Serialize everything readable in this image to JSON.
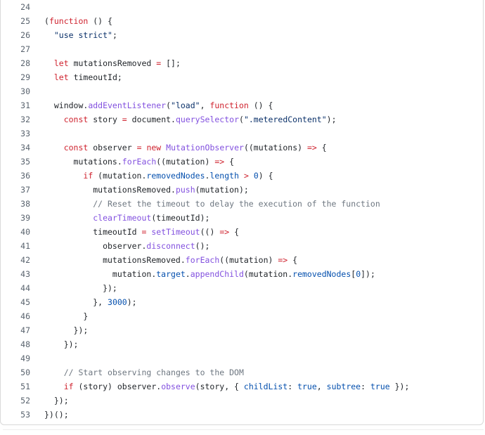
{
  "colors": {
    "keyword": "#cf222e",
    "function": "#8250df",
    "property": "#0550ae",
    "string": "#0a3069",
    "comment": "#6e7781",
    "text": "#1f2328",
    "line_number": "#59636e"
  },
  "code": {
    "lines": [
      {
        "n": "24",
        "tokens": []
      },
      {
        "n": "25",
        "tokens": [
          {
            "t": "(",
            "c": "df"
          },
          {
            "t": "function",
            "c": "kw"
          },
          {
            "t": " () {",
            "c": "df"
          }
        ]
      },
      {
        "n": "26",
        "tokens": [
          {
            "t": "  ",
            "c": "df"
          },
          {
            "t": "\"use strict\"",
            "c": "st"
          },
          {
            "t": ";",
            "c": "df"
          }
        ]
      },
      {
        "n": "27",
        "tokens": []
      },
      {
        "n": "28",
        "tokens": [
          {
            "t": "  ",
            "c": "df"
          },
          {
            "t": "let",
            "c": "kw"
          },
          {
            "t": " mutationsRemoved ",
            "c": "df"
          },
          {
            "t": "=",
            "c": "kw"
          },
          {
            "t": " [];",
            "c": "df"
          }
        ]
      },
      {
        "n": "29",
        "tokens": [
          {
            "t": "  ",
            "c": "df"
          },
          {
            "t": "let",
            "c": "kw"
          },
          {
            "t": " timeoutId;",
            "c": "df"
          }
        ]
      },
      {
        "n": "30",
        "tokens": []
      },
      {
        "n": "31",
        "tokens": [
          {
            "t": "  window.",
            "c": "df"
          },
          {
            "t": "addEventListener",
            "c": "fn"
          },
          {
            "t": "(",
            "c": "df"
          },
          {
            "t": "\"load\"",
            "c": "st"
          },
          {
            "t": ", ",
            "c": "df"
          },
          {
            "t": "function",
            "c": "kw"
          },
          {
            "t": " () {",
            "c": "df"
          }
        ]
      },
      {
        "n": "32",
        "tokens": [
          {
            "t": "    ",
            "c": "df"
          },
          {
            "t": "const",
            "c": "kw"
          },
          {
            "t": " story ",
            "c": "df"
          },
          {
            "t": "=",
            "c": "kw"
          },
          {
            "t": " document.",
            "c": "df"
          },
          {
            "t": "querySelector",
            "c": "fn"
          },
          {
            "t": "(",
            "c": "df"
          },
          {
            "t": "\".meteredContent\"",
            "c": "st"
          },
          {
            "t": ");",
            "c": "df"
          }
        ]
      },
      {
        "n": "33",
        "tokens": []
      },
      {
        "n": "34",
        "tokens": [
          {
            "t": "    ",
            "c": "df"
          },
          {
            "t": "const",
            "c": "kw"
          },
          {
            "t": " observer ",
            "c": "df"
          },
          {
            "t": "=",
            "c": "kw"
          },
          {
            "t": " ",
            "c": "df"
          },
          {
            "t": "new",
            "c": "kw"
          },
          {
            "t": " ",
            "c": "df"
          },
          {
            "t": "MutationObserver",
            "c": "fn"
          },
          {
            "t": "((mutations) ",
            "c": "df"
          },
          {
            "t": "=>",
            "c": "kw"
          },
          {
            "t": " {",
            "c": "df"
          }
        ]
      },
      {
        "n": "35",
        "tokens": [
          {
            "t": "      mutations.",
            "c": "df"
          },
          {
            "t": "forEach",
            "c": "fn"
          },
          {
            "t": "((mutation) ",
            "c": "df"
          },
          {
            "t": "=>",
            "c": "kw"
          },
          {
            "t": " {",
            "c": "df"
          }
        ]
      },
      {
        "n": "36",
        "tokens": [
          {
            "t": "        ",
            "c": "df"
          },
          {
            "t": "if",
            "c": "kw"
          },
          {
            "t": " (mutation.",
            "c": "df"
          },
          {
            "t": "removedNodes",
            "c": "pr"
          },
          {
            "t": ".",
            "c": "df"
          },
          {
            "t": "length",
            "c": "pr"
          },
          {
            "t": " ",
            "c": "df"
          },
          {
            "t": ">",
            "c": "kw"
          },
          {
            "t": " ",
            "c": "df"
          },
          {
            "t": "0",
            "c": "pr"
          },
          {
            "t": ") {",
            "c": "df"
          }
        ]
      },
      {
        "n": "37",
        "tokens": [
          {
            "t": "          mutationsRemoved.",
            "c": "df"
          },
          {
            "t": "push",
            "c": "fn"
          },
          {
            "t": "(mutation);",
            "c": "df"
          }
        ]
      },
      {
        "n": "38",
        "tokens": [
          {
            "t": "          ",
            "c": "df"
          },
          {
            "t": "// Reset the timeout to delay the execution of the function",
            "c": "cm"
          }
        ]
      },
      {
        "n": "39",
        "tokens": [
          {
            "t": "          ",
            "c": "df"
          },
          {
            "t": "clearTimeout",
            "c": "fn"
          },
          {
            "t": "(timeoutId);",
            "c": "df"
          }
        ]
      },
      {
        "n": "40",
        "tokens": [
          {
            "t": "          timeoutId ",
            "c": "df"
          },
          {
            "t": "=",
            "c": "kw"
          },
          {
            "t": " ",
            "c": "df"
          },
          {
            "t": "setTimeout",
            "c": "fn"
          },
          {
            "t": "(() ",
            "c": "df"
          },
          {
            "t": "=>",
            "c": "kw"
          },
          {
            "t": " {",
            "c": "df"
          }
        ]
      },
      {
        "n": "41",
        "tokens": [
          {
            "t": "            observer.",
            "c": "df"
          },
          {
            "t": "disconnect",
            "c": "fn"
          },
          {
            "t": "();",
            "c": "df"
          }
        ]
      },
      {
        "n": "42",
        "tokens": [
          {
            "t": "            mutationsRemoved.",
            "c": "df"
          },
          {
            "t": "forEach",
            "c": "fn"
          },
          {
            "t": "((mutation) ",
            "c": "df"
          },
          {
            "t": "=>",
            "c": "kw"
          },
          {
            "t": " {",
            "c": "df"
          }
        ]
      },
      {
        "n": "43",
        "tokens": [
          {
            "t": "              mutation.",
            "c": "df"
          },
          {
            "t": "target",
            "c": "pr"
          },
          {
            "t": ".",
            "c": "df"
          },
          {
            "t": "appendChild",
            "c": "fn"
          },
          {
            "t": "(mutation.",
            "c": "df"
          },
          {
            "t": "removedNodes",
            "c": "pr"
          },
          {
            "t": "[",
            "c": "df"
          },
          {
            "t": "0",
            "c": "pr"
          },
          {
            "t": "]);",
            "c": "df"
          }
        ]
      },
      {
        "n": "44",
        "tokens": [
          {
            "t": "            });",
            "c": "df"
          }
        ]
      },
      {
        "n": "45",
        "tokens": [
          {
            "t": "          }, ",
            "c": "df"
          },
          {
            "t": "3000",
            "c": "pr"
          },
          {
            "t": ");",
            "c": "df"
          }
        ]
      },
      {
        "n": "46",
        "tokens": [
          {
            "t": "        }",
            "c": "df"
          }
        ]
      },
      {
        "n": "47",
        "tokens": [
          {
            "t": "      });",
            "c": "df"
          }
        ]
      },
      {
        "n": "48",
        "tokens": [
          {
            "t": "    });",
            "c": "df"
          }
        ]
      },
      {
        "n": "49",
        "tokens": []
      },
      {
        "n": "50",
        "tokens": [
          {
            "t": "    ",
            "c": "df"
          },
          {
            "t": "// Start observing changes to the DOM",
            "c": "cm"
          }
        ]
      },
      {
        "n": "51",
        "tokens": [
          {
            "t": "    ",
            "c": "df"
          },
          {
            "t": "if",
            "c": "kw"
          },
          {
            "t": " (story) observer.",
            "c": "df"
          },
          {
            "t": "observe",
            "c": "fn"
          },
          {
            "t": "(story, { ",
            "c": "df"
          },
          {
            "t": "childList",
            "c": "pr"
          },
          {
            "t": ": ",
            "c": "df"
          },
          {
            "t": "true",
            "c": "pr"
          },
          {
            "t": ", ",
            "c": "df"
          },
          {
            "t": "subtree",
            "c": "pr"
          },
          {
            "t": ": ",
            "c": "df"
          },
          {
            "t": "true",
            "c": "pr"
          },
          {
            "t": " });",
            "c": "df"
          }
        ]
      },
      {
        "n": "52",
        "tokens": [
          {
            "t": "  });",
            "c": "df"
          }
        ]
      },
      {
        "n": "53",
        "tokens": [
          {
            "t": "})();",
            "c": "df"
          }
        ]
      }
    ]
  }
}
